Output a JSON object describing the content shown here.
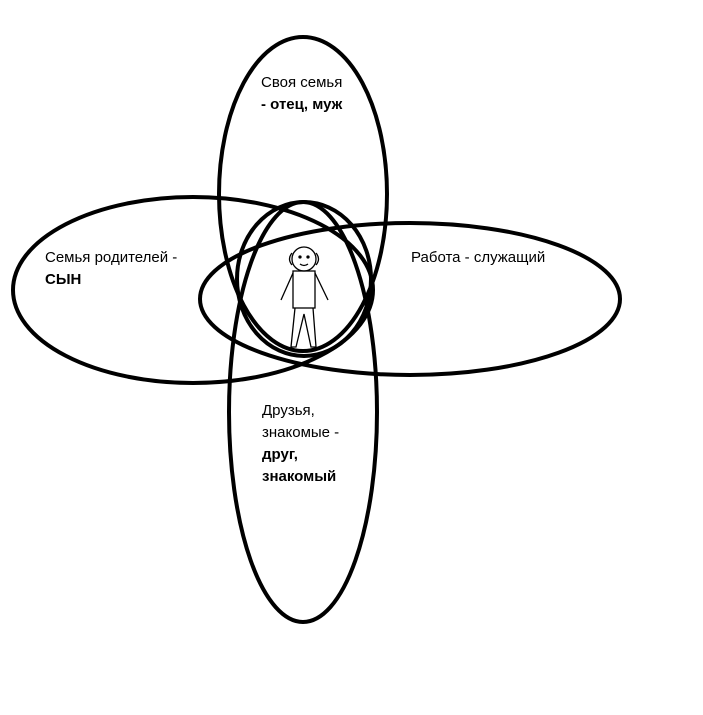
{
  "diagram": {
    "colors": {
      "background": "#ffffff",
      "stroke": "#000000"
    },
    "groups": {
      "own_family": {
        "name": "Своя семья",
        "role": "- отец, муж"
      },
      "parents_family": {
        "name": "Семья родителей -",
        "role": "СЫН"
      },
      "work": {
        "name": "Работа - служащий"
      },
      "friends": {
        "name_line1": "Друзья,",
        "name_line2": "знакомые -",
        "role_line1": "друг,",
        "role_line2": "знакомый"
      }
    },
    "center_figure": "person-icon"
  }
}
